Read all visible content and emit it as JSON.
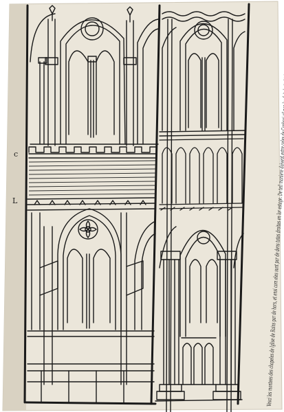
{
  "drawing": {
    "paper_color": "#ebe6da",
    "ink_color": "#1a1a1a",
    "margin_marks": [
      "c",
      "L"
    ],
    "inscription": "Vesci les montees des chapeles de lglise de Rains par de hors, et ensi com eles sunt par de dens totes droites en lor estage. De teil maniere doivent estre celes de Canbrai sil nen lor fait droit. Li daerrains entaulemens doit faire cretiaus."
  }
}
